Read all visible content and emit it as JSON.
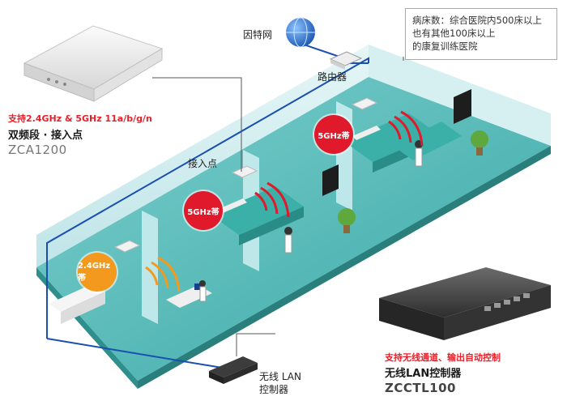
{
  "note": {
    "line1": "病床数：综合医院内500床以上",
    "line2": "也有其他100床以上",
    "line3": "的康复训练医院"
  },
  "labels": {
    "internet": "因特网",
    "router": "路由器",
    "access_point": "接入点",
    "wlan_controller_line1": "无线 LAN",
    "wlan_controller_line2": "控制器"
  },
  "ap_product": {
    "feature": "支持2.4GHz & 5GHz 11a/b/g/n",
    "title": "双频段 · 接入点",
    "model": "ZCA1200"
  },
  "controller_product": {
    "feature": "支持无线通道、输出自动控制",
    "title": "无线LAN控制器",
    "model": "ZCCTL100"
  },
  "bands": {
    "band_24": "2.4GHz帯",
    "band_5a": "5GHz帯",
    "band_5b": "5GHz帯"
  },
  "colors": {
    "network_line": "#1a4fb0",
    "band_5ghz": "#e0192b",
    "band_24ghz": "#f39a1e",
    "floor": "#4fb9b7",
    "wall": "#bfe6ea"
  }
}
